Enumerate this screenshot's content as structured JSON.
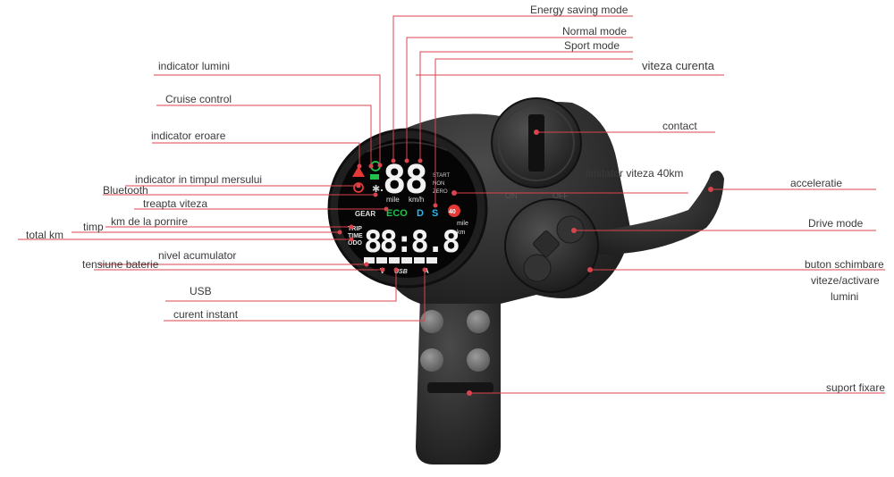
{
  "callouts": {
    "energy_saving_mode": "Energy saving mode",
    "normal_mode": "Normal mode",
    "sport_mode": "Sport mode",
    "viteza_curenta": "viteza curenta",
    "indicator_lumini": "indicator lumini",
    "cruise_control": "Cruise control",
    "contact": "contact",
    "indicator_eroare": "indicator eroare",
    "limitator_viteza": "limitator viteza 40km",
    "acceleratie": "acceleratie",
    "indicator_mers": "indicator in timpul mersului",
    "bluetooth": "Bluetooth",
    "treapta_viteza": "treapta viteza",
    "km_pornire": "km de la pornire",
    "drive_mode": "Drive mode",
    "timp": "timp",
    "total_km": "total km",
    "nivel_acumulator": "nivel acumulator",
    "tensiune_baterie": "tensiune baterie",
    "buton_schimbare_1": "buton schimbare",
    "buton_schimbare_2": "viteze/activare",
    "buton_schimbare_3": "lumini",
    "usb": "USB",
    "curent_instant": "curent instant",
    "suport_fixare": "suport fixare"
  },
  "screen": {
    "speed_digits": "88",
    "unit_mile": "mile",
    "unit_kmh": "km/h",
    "start": "START",
    "non": "NON",
    "zero": "ZERO",
    "eco": "ECO",
    "d": "D",
    "s": "S",
    "limit": "40",
    "gear": "GEAR",
    "trip": "TRIP",
    "time": "TIME",
    "odo": "ODO",
    "odo_digits": "88:8.8",
    "odo_mile": "mile",
    "odo_km": "km",
    "v": "V",
    "usb": "USB",
    "a": "A"
  },
  "key_labels": {
    "on": "ON",
    "off": "OFF"
  },
  "colors": {
    "leader": "#d9444d",
    "eco": "#21c24a",
    "d": "#2fb4e8",
    "s": "#2fb4e8",
    "warning": "#e53935",
    "screen_bg": "#050505",
    "body": "#2b2b2b"
  }
}
